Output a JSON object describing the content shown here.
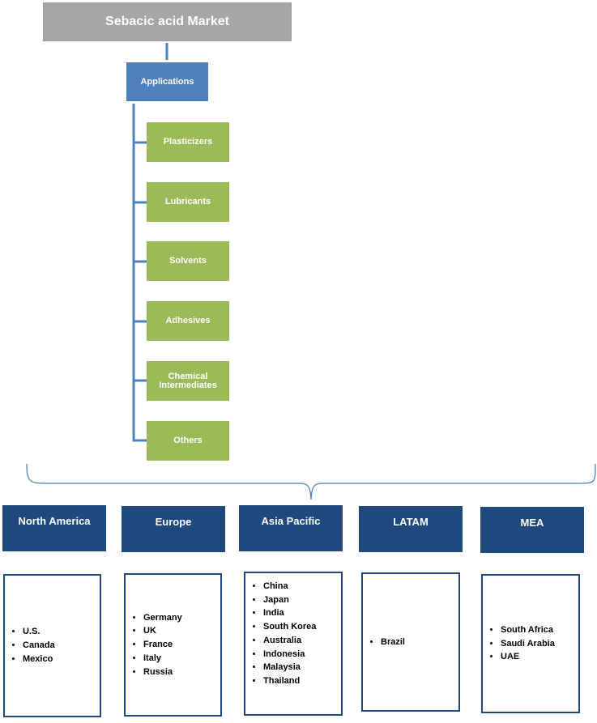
{
  "title": "Sebacic acid Market",
  "applications": {
    "label": "Applications",
    "items": [
      "Plasticizers",
      "Lubricants",
      "Solvents",
      "Adhesives",
      "Chemical Intermediates",
      "Others"
    ]
  },
  "regions": [
    {
      "name": "North America",
      "countries": [
        "U.S.",
        "Canada",
        "Mexico"
      ]
    },
    {
      "name": "Europe",
      "countries": [
        "Germany",
        "UK",
        "France",
        "Italy",
        "Russia"
      ]
    },
    {
      "name": "Asia Pacific",
      "countries": [
        "China",
        "Japan",
        "India",
        "South Korea",
        "Australia",
        "Indonesia",
        "Malaysia",
        "Thailand"
      ]
    },
    {
      "name": "LATAM",
      "countries": [
        "Brazil"
      ]
    },
    {
      "name": "MEA",
      "countries": [
        "South Africa",
        "Saudi Arabia",
        "UAE"
      ]
    }
  ],
  "colors": {
    "title_bg": "#a6a6a6",
    "applications_bg": "#4f81bd",
    "application_item_bg": "#9bbb59",
    "region_bg": "#1f497d",
    "connector": "#4f81bd"
  }
}
